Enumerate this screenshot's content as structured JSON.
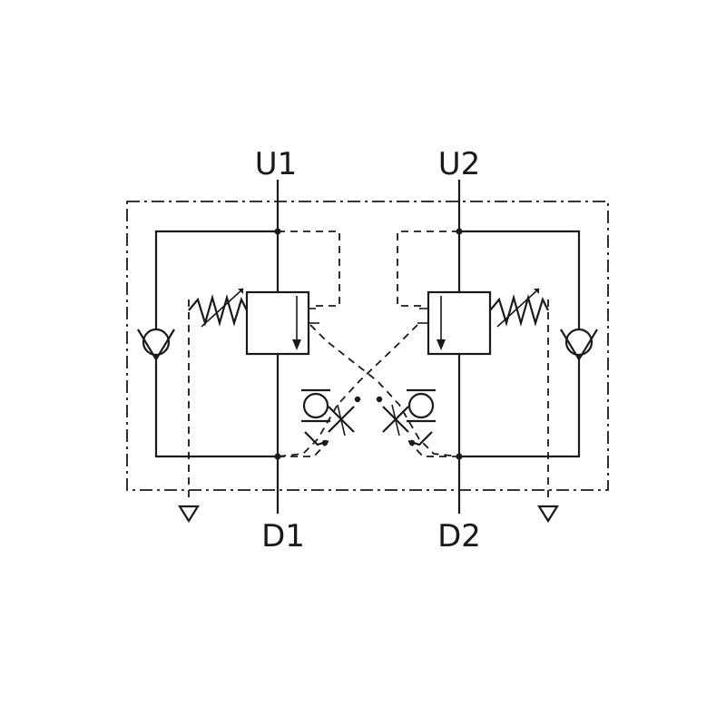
{
  "ports": {
    "u1": "U1",
    "u2": "U2",
    "d1": "D1",
    "d2": "D2"
  },
  "icons": {
    "check_valve": "check-valve-symbol",
    "spring": "adjustable-spring-symbol",
    "tank": "tank-drain-symbol",
    "shuttle": "shuttle-valve-symbol",
    "throttle": "adjustable-throttle-symbol"
  }
}
